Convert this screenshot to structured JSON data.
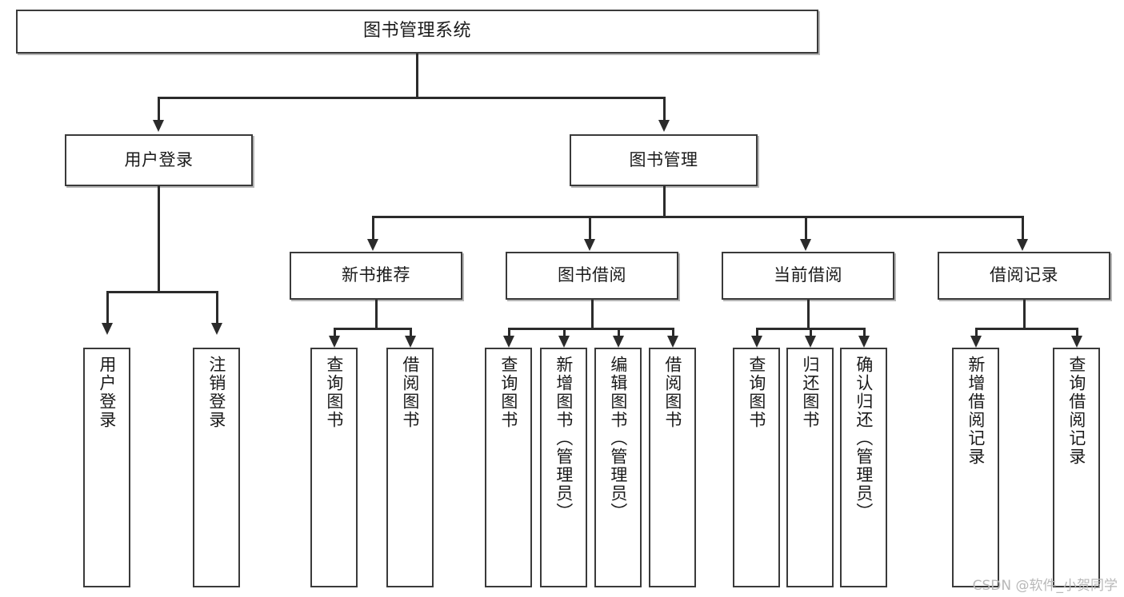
{
  "diagram": {
    "type": "tree-hierarchy-chart",
    "title": "图书管理系统",
    "watermark": "CSDN @软件_小贺同学",
    "colors": {
      "box_border": "#3a3a3a",
      "connector": "#2b2b2b",
      "background": "#ffffff",
      "text": "#1a1a1a",
      "watermark": "#b8b8b8"
    },
    "root": {
      "label": "图书管理系统"
    },
    "level2": [
      {
        "label": "用户登录"
      },
      {
        "label": "图书管理"
      }
    ],
    "level3": [
      {
        "label": "新书推荐"
      },
      {
        "label": "图书借阅"
      },
      {
        "label": "当前借阅"
      },
      {
        "label": "借阅记录"
      }
    ],
    "leaves": {
      "user_login": [
        {
          "label": "用户登录"
        },
        {
          "label": "注销登录"
        }
      ],
      "new_book_recommend": [
        {
          "label": "查询图书"
        },
        {
          "label": "借阅图书"
        }
      ],
      "book_borrow": [
        {
          "label": "查询图书"
        },
        {
          "label": "新增图书（管理员）"
        },
        {
          "label": "编辑图书（管理员）"
        },
        {
          "label": "借阅图书"
        }
      ],
      "current_borrow": [
        {
          "label": "查询图书"
        },
        {
          "label": "归还图书"
        },
        {
          "label": "确认归还（管理员）"
        }
      ],
      "borrow_record": [
        {
          "label": "新增借阅记录"
        },
        {
          "label": "查询借阅记录"
        }
      ]
    }
  }
}
